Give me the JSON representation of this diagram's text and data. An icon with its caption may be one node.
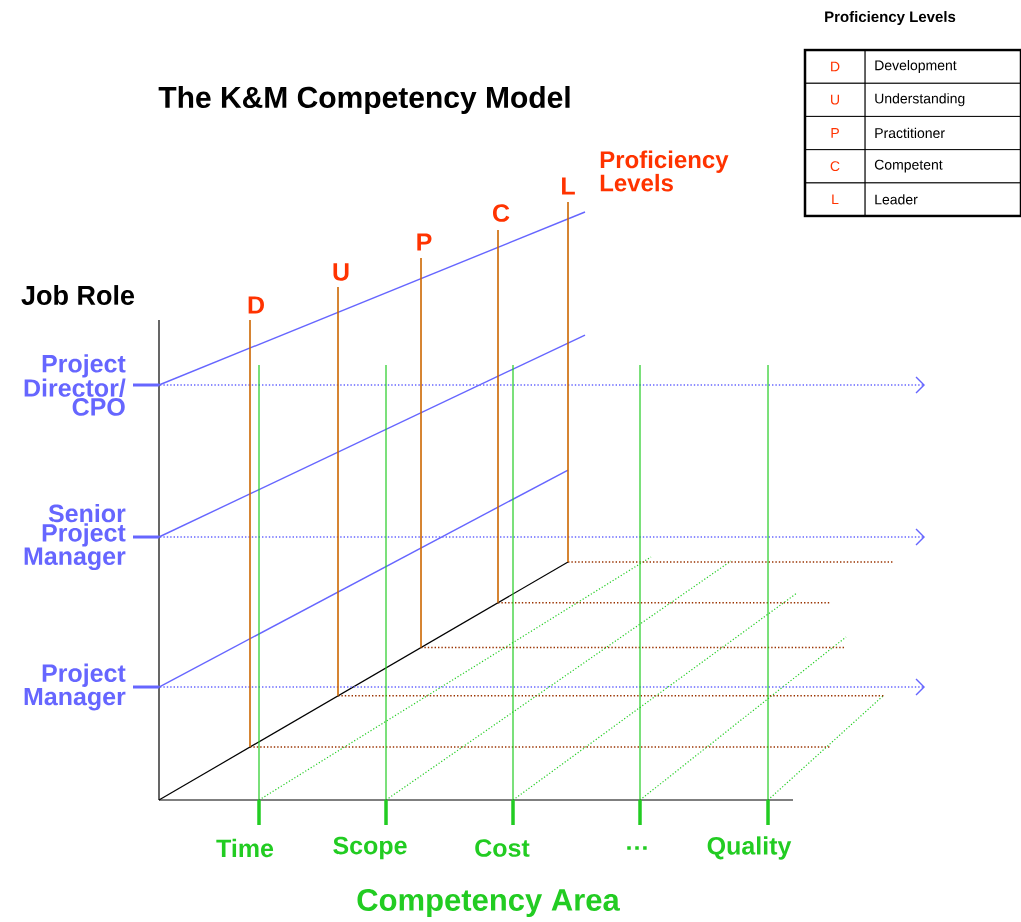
{
  "diagram": {
    "title": "The K&M Competency Model",
    "labels": [
      "Proficiency Levels",
      "D",
      "Development",
      "U",
      "Understanding",
      "P",
      "Practitioner",
      "C",
      "Competent",
      "L",
      "Leader",
      "Proficiency Levels",
      "L",
      "C",
      "P",
      "U",
      "D",
      "Job Role",
      "Project Director/ CPO",
      "Senior Project Manager",
      "Project Manager",
      "Time",
      "Scope",
      "Cost",
      "…",
      "Quality",
      "Competency Area"
    ]
  }
}
